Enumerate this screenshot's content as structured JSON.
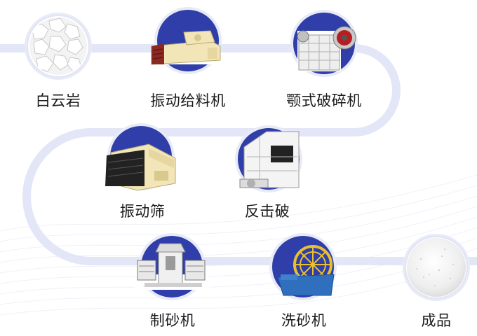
{
  "colors": {
    "path": "#e2e6f6",
    "ring_outer": "#e6e9f7",
    "ring_inner": "#2f3ea8",
    "accent_yellow": "#f2e6b8",
    "accent_blue": "#2f6fbd"
  },
  "steps": [
    {
      "label": "白云岩",
      "icon": "dolomite-stones-icon"
    },
    {
      "label": "振动给料机",
      "icon": "vibrating-feeder-icon"
    },
    {
      "label": "颚式破碎机",
      "icon": "jaw-crusher-icon"
    },
    {
      "label": "振动筛",
      "icon": "vibrating-screen-icon"
    },
    {
      "label": "反击破",
      "icon": "impact-crusher-icon"
    },
    {
      "label": "制砂机",
      "icon": "sand-making-machine-icon"
    },
    {
      "label": "洗砂机",
      "icon": "sand-washer-icon"
    },
    {
      "label": "成品",
      "icon": "finished-sand-icon"
    }
  ]
}
